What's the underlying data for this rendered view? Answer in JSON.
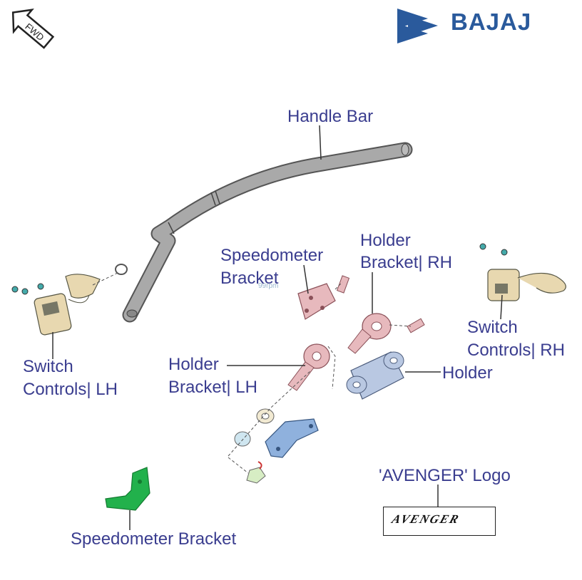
{
  "brand": {
    "name": "BAJAJ",
    "color": "#2a5a9c"
  },
  "direction_badge": {
    "text": "FWD"
  },
  "watermark": "99rpm",
  "labels": {
    "handle_bar": "Handle Bar",
    "speedometer_bracket_top_1": "Speedometer",
    "speedometer_bracket_top_2": "Bracket",
    "holder_bracket_rh_1": "Holder",
    "holder_bracket_rh_2": "Bracket| RH",
    "switch_controls_rh_1": "Switch",
    "switch_controls_rh_2": "Controls| RH",
    "switch_controls_lh_1": "Switch",
    "switch_controls_lh_2": "Controls| LH",
    "holder_bracket_lh_1": "Holder",
    "holder_bracket_lh_2": "Bracket| LH",
    "holder": "Holder",
    "avenger_logo": "'AVENGER' Logo",
    "speedometer_bracket_bottom": "Speedometer Bracket"
  },
  "logo_plate": {
    "text": "AVENGER"
  },
  "colors": {
    "label_text": "#3a3d8f",
    "handle_bar": "#a9a9a9",
    "bracket_pink": "#e7b9bd",
    "holder_blue": "#b9c8e2",
    "switch_beige": "#e8d8b0",
    "speedo_bracket_green": "#22b14c"
  }
}
